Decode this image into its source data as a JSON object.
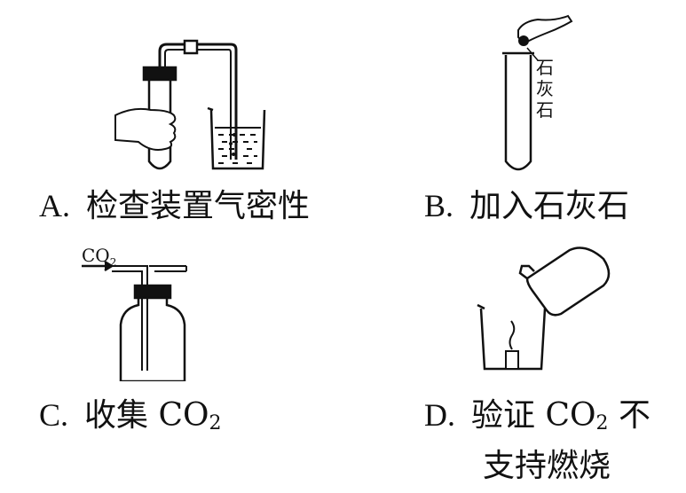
{
  "options": {
    "a": {
      "letter": "A.",
      "text": "检查装置气密性"
    },
    "b": {
      "letter": "B.",
      "text": "加入石灰石",
      "label": "石灰石"
    },
    "c": {
      "letter": "C.",
      "text_prefix": "收集 CO",
      "text_sub": "2",
      "label_prefix": "CO",
      "label_sub": "2"
    },
    "d": {
      "letter": "D.",
      "text_prefix": "验证 CO",
      "text_sub": "2",
      "text_suffix": " 不",
      "text_line2": "支持燃烧"
    }
  }
}
